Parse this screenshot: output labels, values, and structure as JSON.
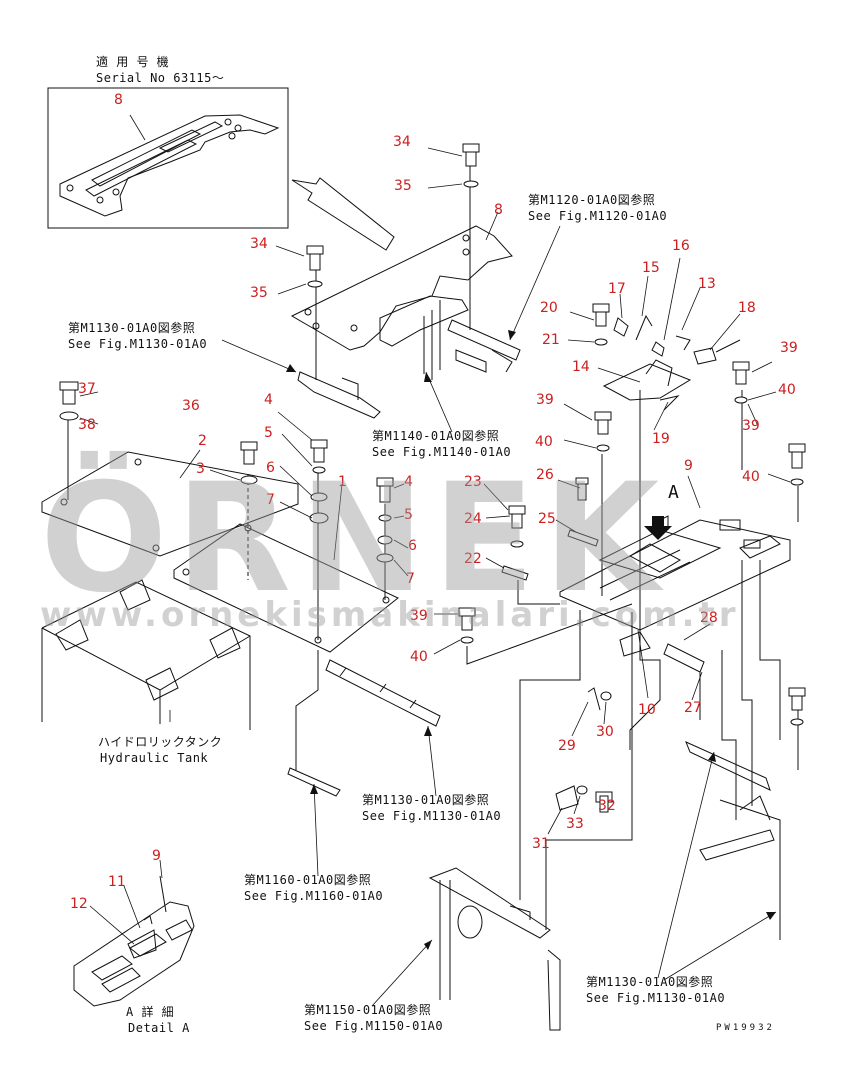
{
  "serial_box": {
    "jp": "適 用 号 機",
    "serial": "Serial No 63115～"
  },
  "watermark": {
    "logo": "ÖRNEK",
    "url": "www.ornekismakinalari.com.tr",
    "color": "#9a9a9a"
  },
  "refs": {
    "m1120_jp": "第M1120-01A0図参照",
    "m1120_en": "See Fig.M1120-01A0",
    "m1130a_jp": "第M1130-01A0図参照",
    "m1130a_en": "See Fig.M1130-01A0",
    "m1140_jp": "第M1140-01A0図参照",
    "m1140_en": "See Fig.M1140-01A0",
    "m1130b_jp": "第M1130-01A0図参照",
    "m1130b_en": "See Fig.M1130-01A0",
    "m1160_jp": "第M1160-01A0図参照",
    "m1160_en": "See Fig.M1160-01A0",
    "m1150_jp": "第M1150-01A0図参照",
    "m1150_en": "See Fig.M1150-01A0",
    "m1130c_jp": "第M1130-01A0図参照",
    "m1130c_en": "See Fig.M1130-01A0"
  },
  "hydraulic_tank": {
    "jp": "ハイドロリックタンク",
    "en": "Hydraulic Tank"
  },
  "detail": {
    "jp": "A  詳 細",
    "en": "Detail A",
    "view_letter": "A"
  },
  "drawing_id": "PW19932",
  "part_color": "#cc1f1f",
  "parts": [
    {
      "id": "p34a",
      "label": "34"
    },
    {
      "id": "p35a",
      "label": "35"
    },
    {
      "id": "p8a",
      "label": "8"
    },
    {
      "id": "p8b",
      "label": "8"
    },
    {
      "id": "p34b",
      "label": "34"
    },
    {
      "id": "p35b",
      "label": "35"
    },
    {
      "id": "p16",
      "label": "16"
    },
    {
      "id": "p15",
      "label": "15"
    },
    {
      "id": "p17",
      "label": "17"
    },
    {
      "id": "p13",
      "label": "13"
    },
    {
      "id": "p20",
      "label": "20"
    },
    {
      "id": "p18",
      "label": "18"
    },
    {
      "id": "p21",
      "label": "21"
    },
    {
      "id": "p14",
      "label": "14"
    },
    {
      "id": "p39a",
      "label": "39"
    },
    {
      "id": "p37",
      "label": "37"
    },
    {
      "id": "p36",
      "label": "36"
    },
    {
      "id": "p38",
      "label": "38"
    },
    {
      "id": "p4a",
      "label": "4"
    },
    {
      "id": "p40a",
      "label": "40"
    },
    {
      "id": "p39b",
      "label": "39"
    },
    {
      "id": "p19",
      "label": "19"
    },
    {
      "id": "p39c",
      "label": "39"
    },
    {
      "id": "p5a",
      "label": "5"
    },
    {
      "id": "p2",
      "label": "2"
    },
    {
      "id": "p40b",
      "label": "40"
    },
    {
      "id": "p3",
      "label": "3"
    },
    {
      "id": "p6a",
      "label": "6"
    },
    {
      "id": "p9a",
      "label": "9"
    },
    {
      "id": "p26",
      "label": "26"
    },
    {
      "id": "p40c",
      "label": "40"
    },
    {
      "id": "p1",
      "label": "1"
    },
    {
      "id": "p23",
      "label": "23"
    },
    {
      "id": "p4b",
      "label": "4"
    },
    {
      "id": "p7a",
      "label": "7"
    },
    {
      "id": "p5b",
      "label": "5"
    },
    {
      "id": "p24",
      "label": "24"
    },
    {
      "id": "p25",
      "label": "25"
    },
    {
      "id": "p6b",
      "label": "6"
    },
    {
      "id": "p22",
      "label": "22"
    },
    {
      "id": "p7b",
      "label": "7"
    },
    {
      "id": "p39d",
      "label": "39"
    },
    {
      "id": "p28",
      "label": "28"
    },
    {
      "id": "p40d",
      "label": "40"
    },
    {
      "id": "p10",
      "label": "10"
    },
    {
      "id": "p27",
      "label": "27"
    },
    {
      "id": "p29",
      "label": "29"
    },
    {
      "id": "p30",
      "label": "30"
    },
    {
      "id": "p32",
      "label": "32"
    },
    {
      "id": "p33",
      "label": "33"
    },
    {
      "id": "p31",
      "label": "31"
    },
    {
      "id": "p9b",
      "label": "9"
    },
    {
      "id": "p11",
      "label": "11"
    },
    {
      "id": "p12",
      "label": "12"
    }
  ]
}
